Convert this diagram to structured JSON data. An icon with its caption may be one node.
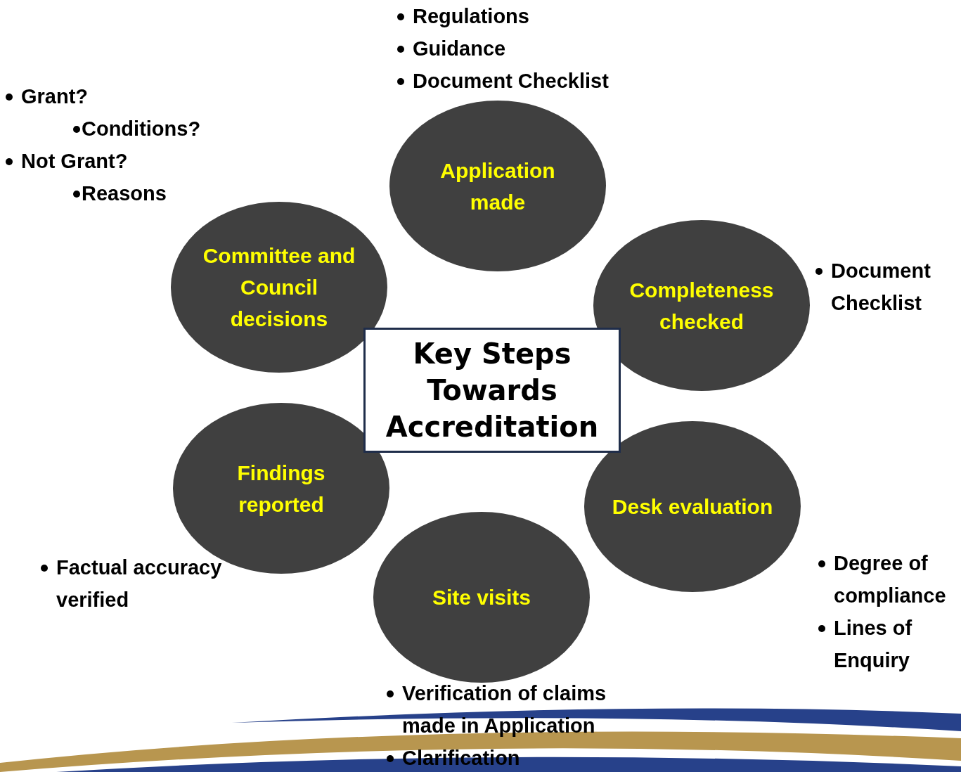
{
  "diagram": {
    "nodes": [
      {
        "text": [
          "Key Steps Towards Accreditation"
        ]
      },
      {
        "text": [
          "Application made"
        ],
        "beside": [
          "Regulations",
          "Guidance",
          "Document Checklist"
        ]
      },
      {
        "text": [
          "Completeness checked"
        ],
        "beside": [
          "Document Checklist"
        ]
      },
      {
        "text": [
          "Desk evaluation"
        ],
        "beside": [
          "Degree of compliance",
          "Lines of Enquiry"
        ]
      },
      {
        "text": [
          "Site visits"
        ],
        "beside": [
          "Verification of claims made in Application",
          "Clarification"
        ]
      },
      {
        "text": [
          "Findings reported"
        ],
        "beside": [
          "Factual accuracy verified"
        ]
      },
      {
        "text": [
          "Committee and Council decisions"
        ],
        "beside": [
          "Grant?",
          "Conditions?",
          "Not Grant?",
          "Reasons"
        ]
      }
    ],
    "edges": []
  }
}
